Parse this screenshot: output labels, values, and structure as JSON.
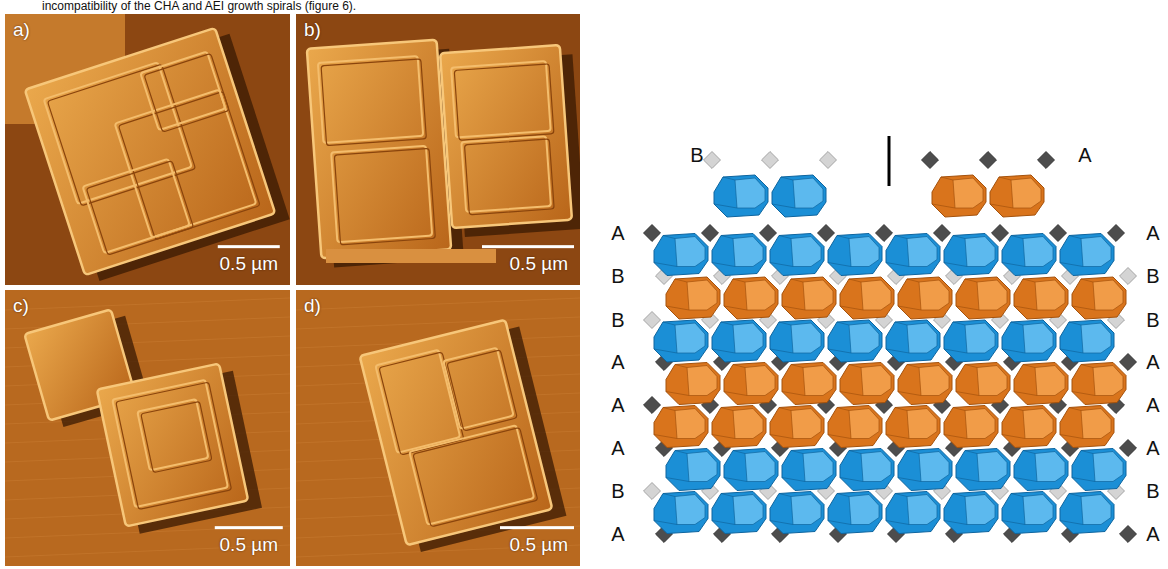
{
  "diagram": {
    "nodes": [
      {
        "text": [
          "a)",
          "0.5 µm"
        ]
      },
      {
        "text": [
          "b)",
          "0.5 µm"
        ]
      },
      {
        "text": [
          "c)",
          "0.5 µm"
        ]
      },
      {
        "text": [
          "d)",
          "0.5 µm"
        ]
      }
    ],
    "labels": [
      "incompatibility of the CHA and AEI growth spirals (figure 6).",
      "B",
      "A",
      "A",
      "A",
      "B",
      "B",
      "B",
      "B",
      "A",
      "A",
      "A",
      "A",
      "A",
      "A",
      "B",
      "B",
      "A",
      "A"
    ]
  }
}
